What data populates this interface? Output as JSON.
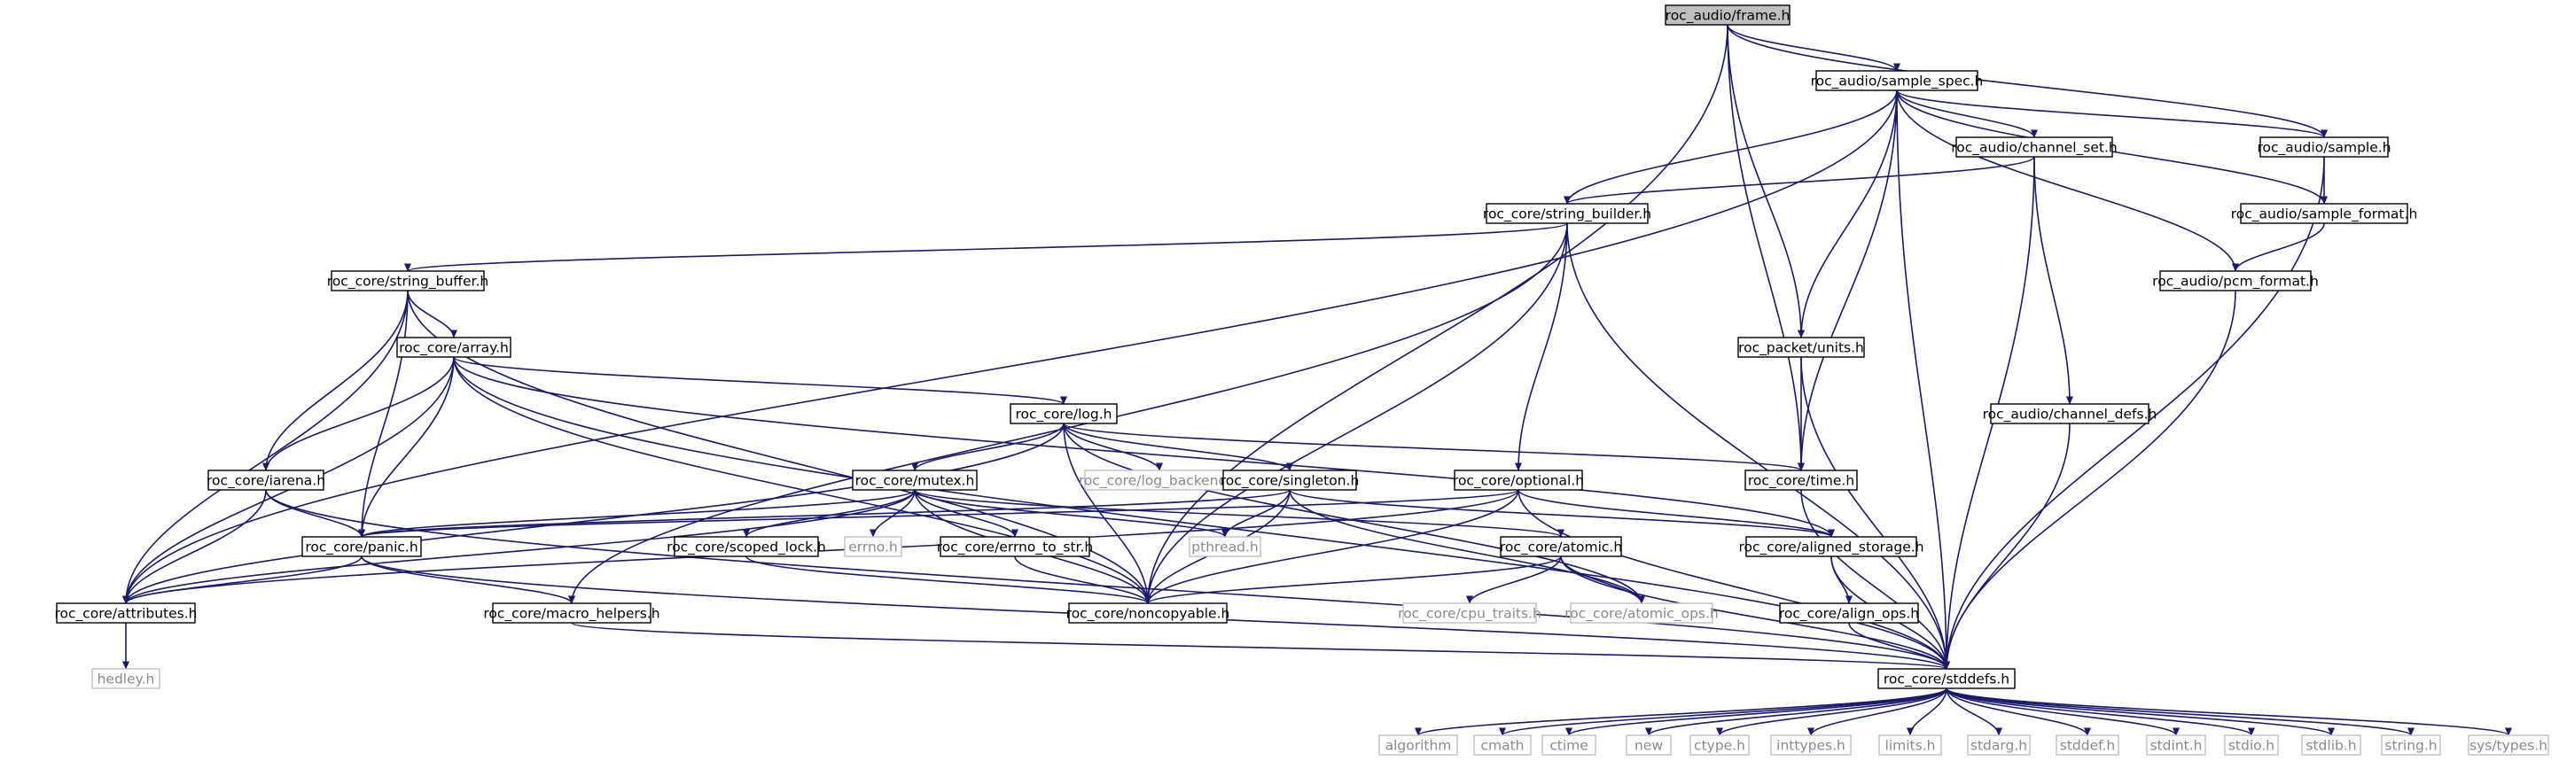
{
  "diagram": {
    "kind": "include-dependency-graph",
    "edge_color": "#191970",
    "nodes": [
      {
        "id": "frame",
        "label": "roc_audio/frame.h",
        "style": "root"
      },
      {
        "id": "sample_spec",
        "label": "roc_audio/sample_spec.h",
        "style": "normal"
      },
      {
        "id": "sample",
        "label": "roc_audio/sample.h",
        "style": "normal"
      },
      {
        "id": "channel_set",
        "label": "roc_audio/channel_set.h",
        "style": "normal"
      },
      {
        "id": "string_builder",
        "label": "roc_core/string_builder.h",
        "style": "normal"
      },
      {
        "id": "sample_format",
        "label": "roc_audio/sample_format.h",
        "style": "normal"
      },
      {
        "id": "string_buffer",
        "label": "roc_core/string_buffer.h",
        "style": "normal"
      },
      {
        "id": "pcm_format",
        "label": "roc_audio/pcm_format.h",
        "style": "normal"
      },
      {
        "id": "array",
        "label": "roc_core/array.h",
        "style": "normal"
      },
      {
        "id": "units",
        "label": "roc_packet/units.h",
        "style": "normal"
      },
      {
        "id": "log",
        "label": "roc_core/log.h",
        "style": "normal"
      },
      {
        "id": "channel_defs",
        "label": "roc_audio/channel_defs.h",
        "style": "normal"
      },
      {
        "id": "iarena",
        "label": "roc_core/iarena.h",
        "style": "normal"
      },
      {
        "id": "mutex",
        "label": "roc_core/mutex.h",
        "style": "normal"
      },
      {
        "id": "log_backend",
        "label": "roc_core/log_backend.h",
        "style": "system"
      },
      {
        "id": "singleton",
        "label": "roc_core/singleton.h",
        "style": "normal"
      },
      {
        "id": "optional",
        "label": "roc_core/optional.h",
        "style": "normal"
      },
      {
        "id": "time",
        "label": "roc_core/time.h",
        "style": "normal"
      },
      {
        "id": "panic",
        "label": "roc_core/panic.h",
        "style": "normal"
      },
      {
        "id": "scoped_lock",
        "label": "roc_core/scoped_lock.h",
        "style": "normal"
      },
      {
        "id": "errno",
        "label": "errno.h",
        "style": "system"
      },
      {
        "id": "errno_to_str",
        "label": "roc_core/errno_to_str.h",
        "style": "normal"
      },
      {
        "id": "pthread",
        "label": "pthread.h",
        "style": "system"
      },
      {
        "id": "atomic",
        "label": "roc_core/atomic.h",
        "style": "normal"
      },
      {
        "id": "aligned_storage",
        "label": "roc_core/aligned_storage.h",
        "style": "normal"
      },
      {
        "id": "attributes",
        "label": "roc_core/attributes.h",
        "style": "normal"
      },
      {
        "id": "macro_helpers",
        "label": "roc_core/macro_helpers.h",
        "style": "normal"
      },
      {
        "id": "noncopyable",
        "label": "roc_core/noncopyable.h",
        "style": "normal"
      },
      {
        "id": "cpu_traits",
        "label": "roc_core/cpu_traits.h",
        "style": "system"
      },
      {
        "id": "atomic_ops",
        "label": "roc_core/atomic_ops.h",
        "style": "system"
      },
      {
        "id": "align_ops",
        "label": "roc_core/align_ops.h",
        "style": "normal"
      },
      {
        "id": "hedley",
        "label": "hedley.h",
        "style": "system"
      },
      {
        "id": "stddefs",
        "label": "roc_core/stddefs.h",
        "style": "normal"
      },
      {
        "id": "algorithm",
        "label": "algorithm",
        "style": "system"
      },
      {
        "id": "cmath",
        "label": "cmath",
        "style": "system"
      },
      {
        "id": "ctime",
        "label": "ctime",
        "style": "system"
      },
      {
        "id": "new",
        "label": "new",
        "style": "system"
      },
      {
        "id": "ctype",
        "label": "ctype.h",
        "style": "system"
      },
      {
        "id": "inttypes",
        "label": "inttypes.h",
        "style": "system"
      },
      {
        "id": "limits",
        "label": "limits.h",
        "style": "system"
      },
      {
        "id": "stdarg",
        "label": "stdarg.h",
        "style": "system"
      },
      {
        "id": "stddef",
        "label": "stddef.h",
        "style": "system"
      },
      {
        "id": "stdint",
        "label": "stdint.h",
        "style": "system"
      },
      {
        "id": "stdio",
        "label": "stdio.h",
        "style": "system"
      },
      {
        "id": "stdlib",
        "label": "stdlib.h",
        "style": "system"
      },
      {
        "id": "string",
        "label": "string.h",
        "style": "system"
      },
      {
        "id": "systypes",
        "label": "sys/types.h",
        "style": "system"
      }
    ],
    "edges": [
      [
        "frame",
        "sample_spec"
      ],
      [
        "frame",
        "sample"
      ],
      [
        "frame",
        "units"
      ],
      [
        "frame",
        "time"
      ],
      [
        "frame",
        "noncopyable"
      ],
      [
        "sample_spec",
        "sample"
      ],
      [
        "sample_spec",
        "channel_set"
      ],
      [
        "sample_spec",
        "string_builder"
      ],
      [
        "sample_spec",
        "sample_format"
      ],
      [
        "sample_spec",
        "pcm_format"
      ],
      [
        "sample_spec",
        "units"
      ],
      [
        "sample_spec",
        "time"
      ],
      [
        "sample_spec",
        "attributes"
      ],
      [
        "sample_spec",
        "stddefs"
      ],
      [
        "sample",
        "sample_format"
      ],
      [
        "sample",
        "stddefs"
      ],
      [
        "channel_set",
        "string_builder"
      ],
      [
        "channel_set",
        "channel_defs"
      ],
      [
        "channel_set",
        "stddefs"
      ],
      [
        "string_builder",
        "string_buffer"
      ],
      [
        "string_builder",
        "optional"
      ],
      [
        "string_builder",
        "macro_helpers"
      ],
      [
        "string_builder",
        "noncopyable"
      ],
      [
        "string_builder",
        "stddefs"
      ],
      [
        "sample_format",
        "pcm_format"
      ],
      [
        "pcm_format",
        "stddefs"
      ],
      [
        "string_buffer",
        "array"
      ],
      [
        "string_buffer",
        "iarena"
      ],
      [
        "string_buffer",
        "panic"
      ],
      [
        "string_buffer",
        "attributes"
      ],
      [
        "string_buffer",
        "noncopyable"
      ],
      [
        "array",
        "log"
      ],
      [
        "array",
        "iarena"
      ],
      [
        "array",
        "panic"
      ],
      [
        "array",
        "aligned_storage"
      ],
      [
        "array",
        "attributes"
      ],
      [
        "array",
        "noncopyable"
      ],
      [
        "array",
        "stddefs"
      ],
      [
        "units",
        "time"
      ],
      [
        "units",
        "stddefs"
      ],
      [
        "log",
        "mutex"
      ],
      [
        "log",
        "log_backend"
      ],
      [
        "log",
        "singleton"
      ],
      [
        "log",
        "time"
      ],
      [
        "log",
        "atomic_ops"
      ],
      [
        "log",
        "attributes"
      ],
      [
        "log",
        "noncopyable"
      ],
      [
        "channel_defs",
        "stddefs"
      ],
      [
        "iarena",
        "panic"
      ],
      [
        "iarena",
        "attributes"
      ],
      [
        "iarena",
        "stddefs"
      ],
      [
        "mutex",
        "scoped_lock"
      ],
      [
        "mutex",
        "errno"
      ],
      [
        "mutex",
        "errno_to_str"
      ],
      [
        "mutex",
        "pthread"
      ],
      [
        "mutex",
        "atomic"
      ],
      [
        "mutex",
        "panic"
      ],
      [
        "mutex",
        "attributes"
      ],
      [
        "mutex",
        "noncopyable"
      ],
      [
        "singleton",
        "pthread"
      ],
      [
        "singleton",
        "aligned_storage"
      ],
      [
        "singleton",
        "atomic_ops"
      ],
      [
        "singleton",
        "panic"
      ],
      [
        "singleton",
        "noncopyable"
      ],
      [
        "optional",
        "aligned_storage"
      ],
      [
        "optional",
        "panic"
      ],
      [
        "optional",
        "attributes"
      ],
      [
        "optional",
        "noncopyable"
      ],
      [
        "optional",
        "stddefs"
      ],
      [
        "time",
        "stddefs"
      ],
      [
        "panic",
        "attributes"
      ],
      [
        "panic",
        "macro_helpers"
      ],
      [
        "panic",
        "stddefs"
      ],
      [
        "scoped_lock",
        "noncopyable"
      ],
      [
        "errno_to_str",
        "noncopyable"
      ],
      [
        "atomic",
        "cpu_traits"
      ],
      [
        "atomic",
        "atomic_ops"
      ],
      [
        "atomic",
        "noncopyable"
      ],
      [
        "atomic",
        "stddefs"
      ],
      [
        "aligned_storage",
        "align_ops"
      ],
      [
        "aligned_storage",
        "stddefs"
      ],
      [
        "attributes",
        "hedley"
      ],
      [
        "macro_helpers",
        "stddefs"
      ],
      [
        "align_ops",
        "stddefs"
      ],
      [
        "stddefs",
        "algorithm"
      ],
      [
        "stddefs",
        "cmath"
      ],
      [
        "stddefs",
        "ctime"
      ],
      [
        "stddefs",
        "new"
      ],
      [
        "stddefs",
        "ctype"
      ],
      [
        "stddefs",
        "inttypes"
      ],
      [
        "stddefs",
        "limits"
      ],
      [
        "stddefs",
        "stdarg"
      ],
      [
        "stddefs",
        "stddef"
      ],
      [
        "stddefs",
        "stdint"
      ],
      [
        "stddefs",
        "stdio"
      ],
      [
        "stddefs",
        "stdlib"
      ],
      [
        "stddefs",
        "string"
      ],
      [
        "stddefs",
        "systypes"
      ]
    ]
  }
}
